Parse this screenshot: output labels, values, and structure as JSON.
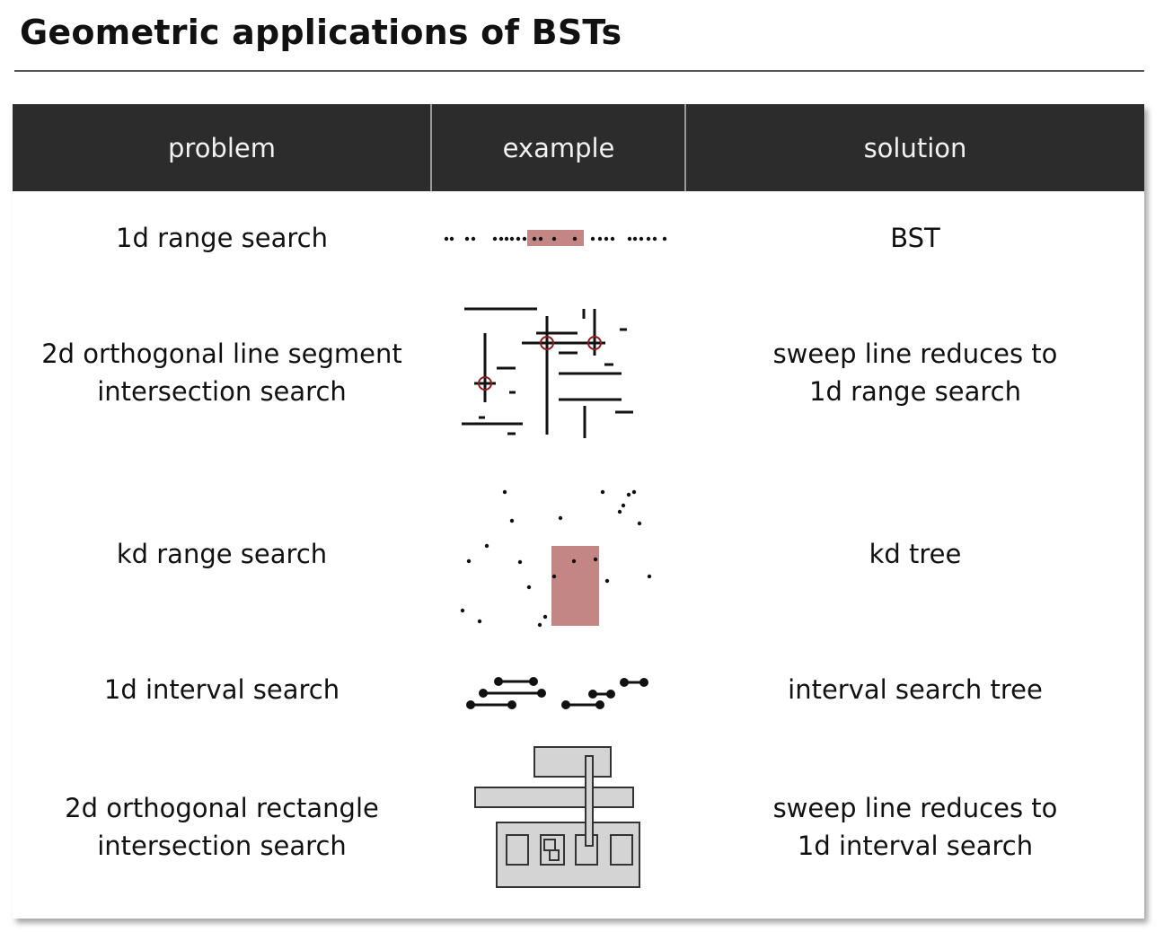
{
  "slide": {
    "title": "Geometric applications of BSTs"
  },
  "table": {
    "headers": {
      "problem": "problem",
      "example": "example",
      "solution": "solution"
    },
    "rows": [
      {
        "problem": [
          "1d range search"
        ],
        "example_icon": "1d-range-search-diagram",
        "solution": [
          "BST"
        ]
      },
      {
        "problem": [
          "2d orthogonal line segment",
          "intersection search"
        ],
        "example_icon": "line-segment-intersection-diagram",
        "solution": [
          "sweep line reduces to",
          "1d range search"
        ]
      },
      {
        "problem": [
          "kd range search"
        ],
        "example_icon": "kd-range-search-diagram",
        "solution": [
          "kd tree"
        ]
      },
      {
        "problem": [
          "1d interval search"
        ],
        "example_icon": "interval-search-diagram",
        "solution": [
          "interval search tree"
        ]
      },
      {
        "problem": [
          "2d orthogonal rectangle",
          "intersection search"
        ],
        "example_icon": "rectangle-intersection-diagram",
        "solution": [
          "sweep line reduces to",
          "1d interval search"
        ]
      }
    ]
  },
  "colors": {
    "header_bg": "#2c2c2c",
    "highlight": "#c48585",
    "intersection_marker": "#8b1a1a",
    "rectangle_fill": "#d4d4d4"
  }
}
